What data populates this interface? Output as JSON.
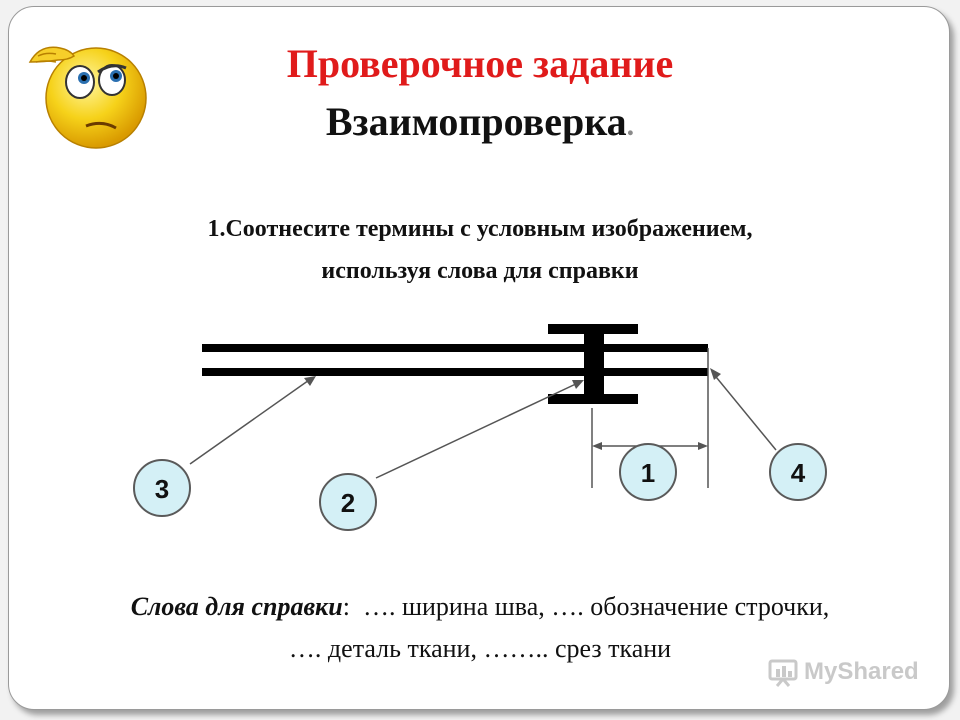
{
  "slide": {
    "title": "Проверочное задание",
    "subtitle": "Взаимопроверка",
    "subtitle_dot": ".",
    "task_line1": "1.Соотнесите термины с условным изображением,",
    "task_line2": "используя слова для справки"
  },
  "diagram": {
    "markers": [
      "3",
      "2",
      "1",
      "4"
    ]
  },
  "words": {
    "label": "Слова для справки",
    "colon": ":",
    "line1": "…. ширина шва,   …. обозначение строчки,",
    "line2": "…. деталь ткани,   …….. срез ткани"
  },
  "watermark": {
    "text": "MyShared"
  },
  "colors": {
    "title": "#e01b1b",
    "marker_fill": "#d4f0f6",
    "marker_stroke": "#5a5a5a"
  },
  "icons": [
    "confused-smiley-icon",
    "myshared-logo-icon"
  ]
}
